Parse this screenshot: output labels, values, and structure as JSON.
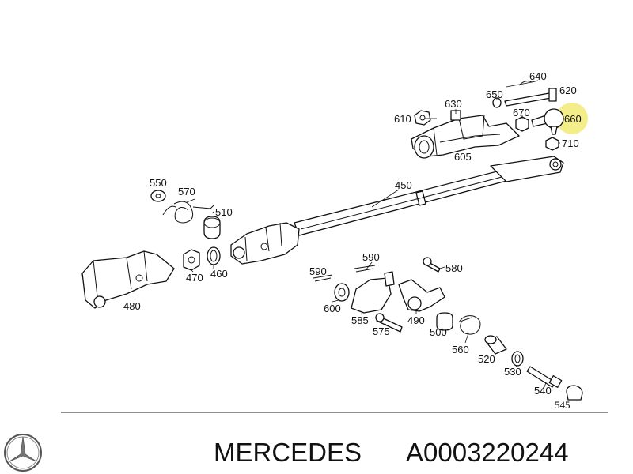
{
  "labels": {
    "l640": "640",
    "l620": "620",
    "l630": "630",
    "l650": "650",
    "l610": "610",
    "l670": "670",
    "l660": "660",
    "l710": "710",
    "l605": "605",
    "l450": "450",
    "l550": "550",
    "l570": "570",
    "l510": "510",
    "l470": "470",
    "l460": "460",
    "l480": "480",
    "l590a": "590",
    "l590b": "590",
    "l580": "580",
    "l600": "600",
    "l585": "585",
    "l490": "490",
    "l575": "575",
    "l500": "500",
    "l560": "560",
    "l520": "520",
    "l530": "530",
    "l540": "540",
    "l545": "545"
  },
  "highlight": {
    "part": "660",
    "color": "#f4ee8a"
  },
  "footer": {
    "brand": "MERCEDES",
    "part_number": "A0003220244"
  }
}
